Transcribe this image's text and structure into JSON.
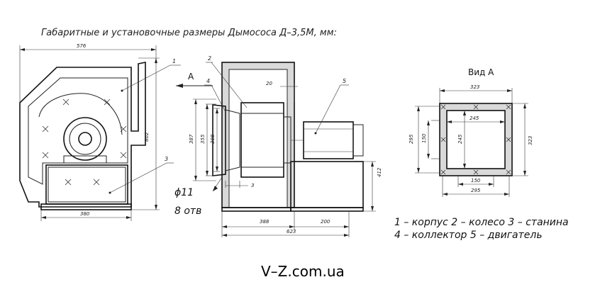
{
  "title": "Габаритные и установочные размеры Дымососа Д–3,5М, мм:",
  "dimensions": {
    "overall_width": "576",
    "base_width": "380",
    "height_left": "802",
    "motor_length": "623",
    "len_388": "388",
    "len_200": "200",
    "gap_20": "20",
    "gap_3": "3",
    "h_412": "412",
    "d_387": "387",
    "d_355": "355",
    "d_308": "308",
    "view_323_top": "323",
    "view_323_side": "323",
    "view_295_left": "295",
    "view_295_bottom": "295",
    "view_245_h": "245",
    "view_245_v": "245",
    "view_150_v": "150",
    "view_150_h": "150"
  },
  "callouts": {
    "c1": "1",
    "c2": "2",
    "c3": "3",
    "c4": "4",
    "c5": "5",
    "arrow_a": "А"
  },
  "holes": {
    "diameter": "ϕ11",
    "count": "8 отв"
  },
  "view_title": "Вид А",
  "legend": {
    "line1": "1 – корпус   2 – колесо   3 – станина",
    "line2": "4 – коллектор    5 – двигатель"
  },
  "watermark": "V–Z.com.ua"
}
